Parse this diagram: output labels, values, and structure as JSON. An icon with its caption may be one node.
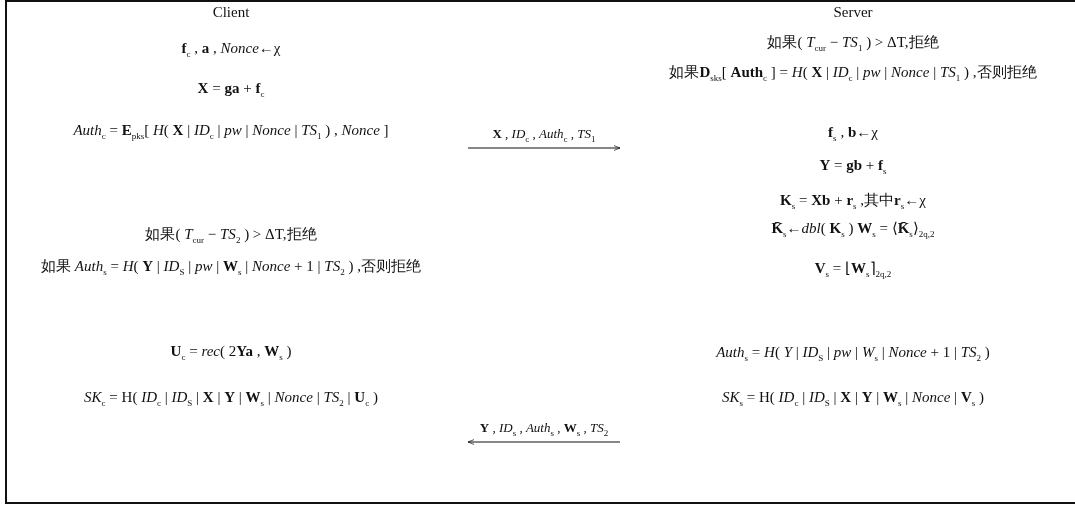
{
  "diagram": {
    "nodes": [
      {
        "text": [
          "Client",
          "**f**$_{c}$ , **a** , *Nonce*←χ",
          "**X** = **ga** + **f**$_{c}$",
          "*Auth*$_{c}$ = **E**$_{pks}$[ *H*( **X** | *ID*$_{c}$ | *pw* | *Nonce* | *TS*$_{1}$ ) , *Nonce* ]",
          "如果( *T*$_{cur}$ − *TS*$_{2}$ ) > ΔT,拒绝",
          "如果 *Auth*$_{s}$ = *H*( **Y** | *ID*$_{S}$ | *pw* | **W**$_{s}$ | *Nonce* + 1 | *TS*$_{2}$ ) ,否则拒绝",
          "**U**$_{c}$ = *rec*( 2**Ya** , **W**$_{s}$ )",
          "*SK*$_{c}$ = H( *ID*$_{c}$ | *ID*$_{S}$ | **X** | **Y** | **W**$_{s}$ | *Nonce* | *TS*$_{2}$ | **U**$_{c}$ )"
        ]
      },
      {
        "text": [
          "Server",
          "如果( *T*$_{cur}$ − *TS*$_{1}$ ) > ΔT,拒绝",
          "如果**D**$_{sks}$[ **Auth**$_{c}$ ] = *H*( **X** | *ID*$_{c}$ | *pw* | *Nonce* | *TS*$_{1}$ ) ,否则拒绝",
          "**f**$_{s}$ , **b**←χ",
          "**Y** = **gb** + **f**$_{s}$",
          "**K**$_{s}$ = **Xb** + **r**$_{s}$ ,其中**r**$_{s}$←χ",
          "**K̄**$_{s}$←*dbl*( **K**$_{s}$ )    **W**$_{s}$ = ⟨**K̄**$_{s}$⟩$_{2q,2}$",
          "**V**$_{s}$ = ⌊**W**$_{s}$⌉$_{2q,2}$",
          "*Auth*$_{s}$ = *H*( *Y* | *ID*$_{S}$ | *pw* | *W*$_{s}$ | *Nonce* + 1 | *TS*$_{2}$ )",
          "*SK*$_{s}$ = H( *ID*$_{c}$ | *ID*$_{S}$ | **X** | **Y** | **W**$_{s}$ | *Nonce* | **V**$_{s}$ )"
        ]
      }
    ],
    "edges": [
      {
        "from": 0,
        "to": 1,
        "arrow": "to",
        "label": "**X** , *ID*$_{c}$ , *Auth*$_{c}$ , *TS*$_{1}$"
      },
      {
        "from": 1,
        "to": 0,
        "arrow": "to",
        "label": "**Y** , *ID*$_{s}$ , *Auth*$_{s}$ , **W**$_{s}$ , *TS*$_{2}$"
      }
    ]
  }
}
